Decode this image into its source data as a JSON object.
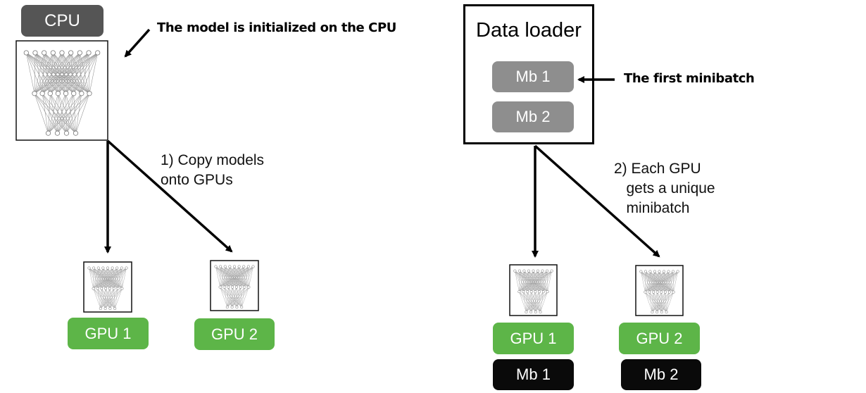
{
  "left": {
    "cpu_label": "CPU",
    "annotation": "The model is initialized on the CPU",
    "step_text": "1) Copy models\nonto GPUs",
    "gpu1_label": "GPU 1",
    "gpu2_label": "GPU 2"
  },
  "right": {
    "loader_title": "Data loader",
    "mb1_label": "Mb 1",
    "mb2_label": "Mb 2",
    "annotation": "The first minibatch",
    "step_text": "2) Each GPU\n   gets a unique\n   minibatch",
    "gpu1_label": "GPU 1",
    "gpu2_label": "GPU 2",
    "gpu1_batch": "Mb 1",
    "gpu2_batch": "Mb 2"
  },
  "colors": {
    "cpu": "#555555",
    "gpu": "#5db548",
    "minibatch_gray": "#8e8e8e",
    "minibatch_dark": "#0a0a0a"
  }
}
